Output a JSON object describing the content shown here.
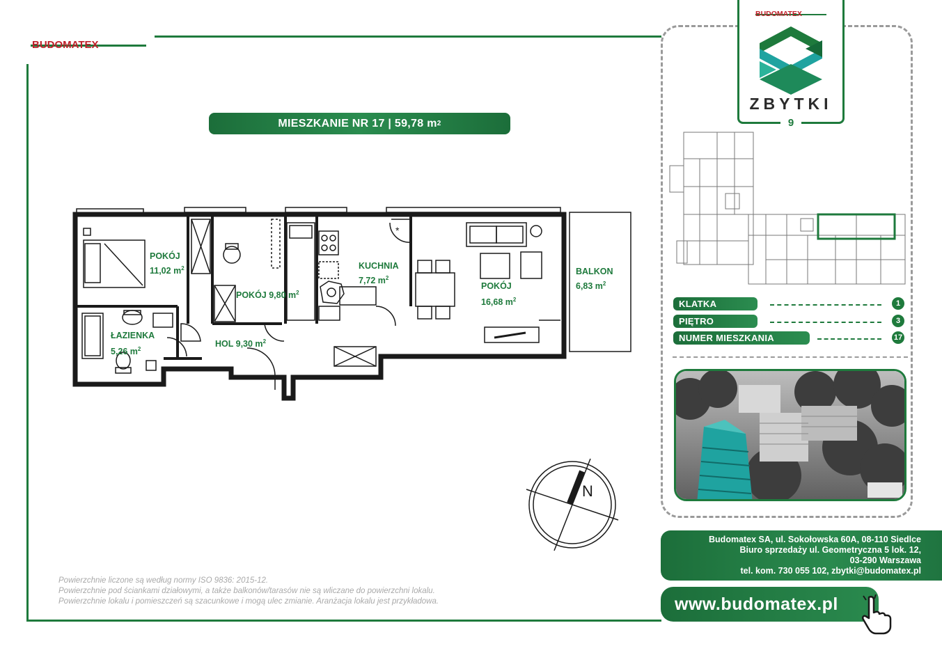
{
  "header": {
    "logo_text": "BUDOMATEX",
    "title": "MIESZKANIE NR 17 | 59,78 m",
    "title_sup": "2"
  },
  "rooms": [
    {
      "name": "POKÓJ",
      "area": "11,02 m",
      "sup": "2"
    },
    {
      "name": "POKÓJ 9,80 m",
      "area": "",
      "sup": "2"
    },
    {
      "name": "KUCHNIA",
      "area": "7,72 m",
      "sup": "2"
    },
    {
      "name": "POKÓJ",
      "area": "16,68 m",
      "sup": "2"
    },
    {
      "name": "BALKON",
      "area": "6,83 m",
      "sup": "2"
    },
    {
      "name": "ŁAZIENKA",
      "area": "5,26 m",
      "sup": "2"
    },
    {
      "name": "HOL 9,30 m",
      "area": "",
      "sup": "2"
    }
  ],
  "compass": {
    "label": "N"
  },
  "notes": [
    "Powierzchnie liczone są według normy ISO 9836: 2015-12.",
    "Powierzchnie pod ściankami działowymi, a także balkonów/tarasów nie są wliczane do powierzchni lokalu.",
    "Powierzchnie lokalu i pomieszczeń są szacunkowe i mogą ulec zmianie. Aranżacja lokalu jest przykładowa."
  ],
  "brand": {
    "small_logo": "BUDOMATEX",
    "name": "ZBYTKI",
    "number": "9"
  },
  "info": [
    {
      "label": "KLATKA",
      "value": "1"
    },
    {
      "label": "PIĘTRO",
      "value": "3"
    },
    {
      "label": "NUMER MIESZKANIA",
      "value": "17"
    }
  ],
  "contact": {
    "line1": "Budomatex SA, ul. Sokołowska 60A, 08-110 Siedlce",
    "line2": "Biuro sprzedaży ul. Geometryczna 5 lok. 12,",
    "line3": "03-290 Warszawa",
    "line4": "tel. kom. 730 055 102, zbytki@budomatex.pl"
  },
  "website": "www.budomatex.pl",
  "colors": {
    "brand_green": "#1e7a3c",
    "teal": "#1fa3a0",
    "frame_gray": "#9a9a9a"
  }
}
